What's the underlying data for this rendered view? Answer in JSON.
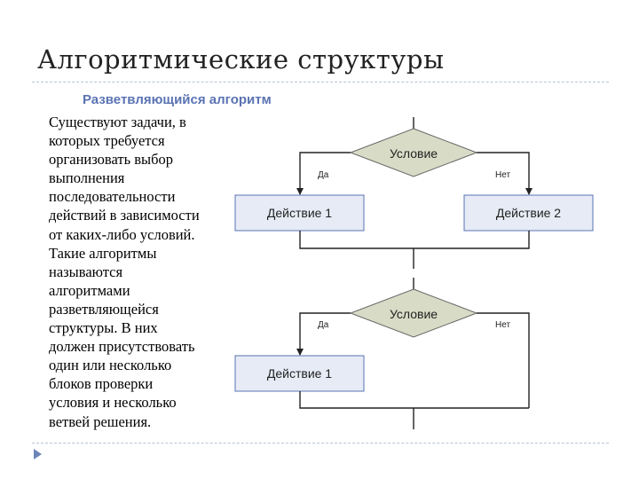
{
  "title": "Алгоритмические структуры",
  "subtitle": "Разветвляющийся алгоритм",
  "body_lines": [
    "Существуют задачи, в",
    "которых требуется",
    "организовать выбор",
    "выполнения",
    "последовательности",
    "действий в зависимости",
    "от каких-либо условий.",
    "Такие алгоритмы",
    "называются",
    "алгоритмами",
    "разветвляющейся",
    "структуры. В них",
    "должен присутствовать",
    "один или несколько",
    "блоков проверки",
    "условия и несколько",
    "ветвей решения."
  ],
  "diagram_top": {
    "condition": "Условие",
    "yes": "Да",
    "no": "Нет",
    "action_left": "Действие 1",
    "action_right": "Действие 2"
  },
  "diagram_bottom": {
    "condition": "Условие",
    "yes": "Да",
    "no": "Нет",
    "action_left": "Действие 1"
  },
  "colors": {
    "diamond_fill": "#d8dcc6",
    "box_fill": "#e6ebf5",
    "box_stroke": "#5a73b3",
    "subtitle": "#5a73b3",
    "bullet": "#6d85b8"
  }
}
